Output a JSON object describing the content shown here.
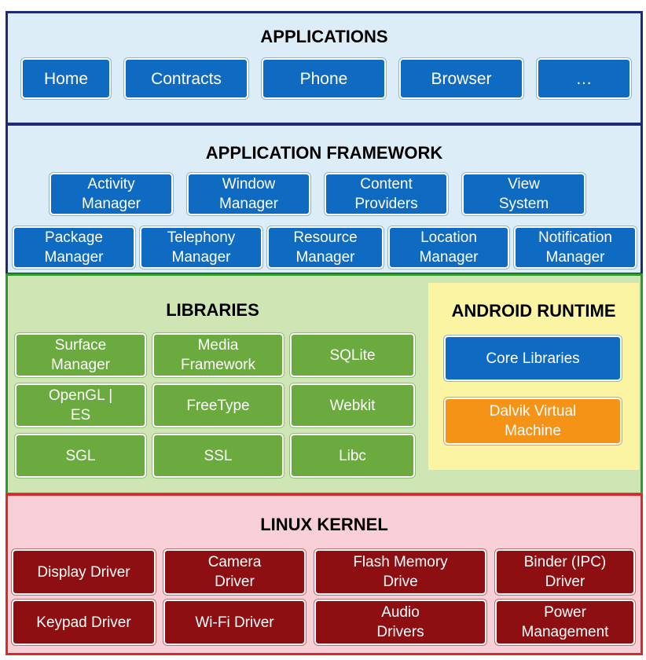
{
  "applications": {
    "title": "APPLICATIONS",
    "items": [
      "Home",
      "Contracts",
      "Phone",
      "Browser",
      "…"
    ]
  },
  "framework": {
    "title": "APPLICATION FRAMEWORK",
    "row1": [
      "Activity\nManager",
      "Window\nManager",
      "Content\nProviders",
      "View\nSystem"
    ],
    "row2": [
      "Package\nManager",
      "Telephony\nManager",
      "Resource\nManager",
      "Location\nManager",
      "Notification\nManager"
    ]
  },
  "libraries": {
    "title": "LIBRARIES",
    "items": [
      "Surface\nManager",
      "Media\nFramework",
      "SQLite",
      "OpenGL |\nES",
      "FreeType",
      "Webkit",
      "SGL",
      "SSL",
      "Libc"
    ]
  },
  "runtime": {
    "title": "ANDROID RUNTIME",
    "core": "Core Libraries",
    "vm": "Dalvik Virtual\nMachine"
  },
  "kernel": {
    "title": "LINUX KERNEL",
    "items": [
      "Display Driver",
      "Camera\nDriver",
      "Flash Memory\nDrive",
      "Binder (IPC)\nDriver",
      "Keypad Driver",
      "Wi-Fi Driver",
      "Audio\nDrivers",
      "Power\nManagement"
    ]
  },
  "colors": {
    "applications_bg": "#dcedf7",
    "framework_bg": "#dcedf7",
    "libraries_bg": "#cfe6b4",
    "runtime_bg": "#fbf5a3",
    "kernel_bg": "#f8cfd6",
    "blue_box": "#0f6ac2",
    "green_box": "#6aaa3f",
    "red_box": "#8e0f12",
    "orange_box": "#f49316"
  }
}
